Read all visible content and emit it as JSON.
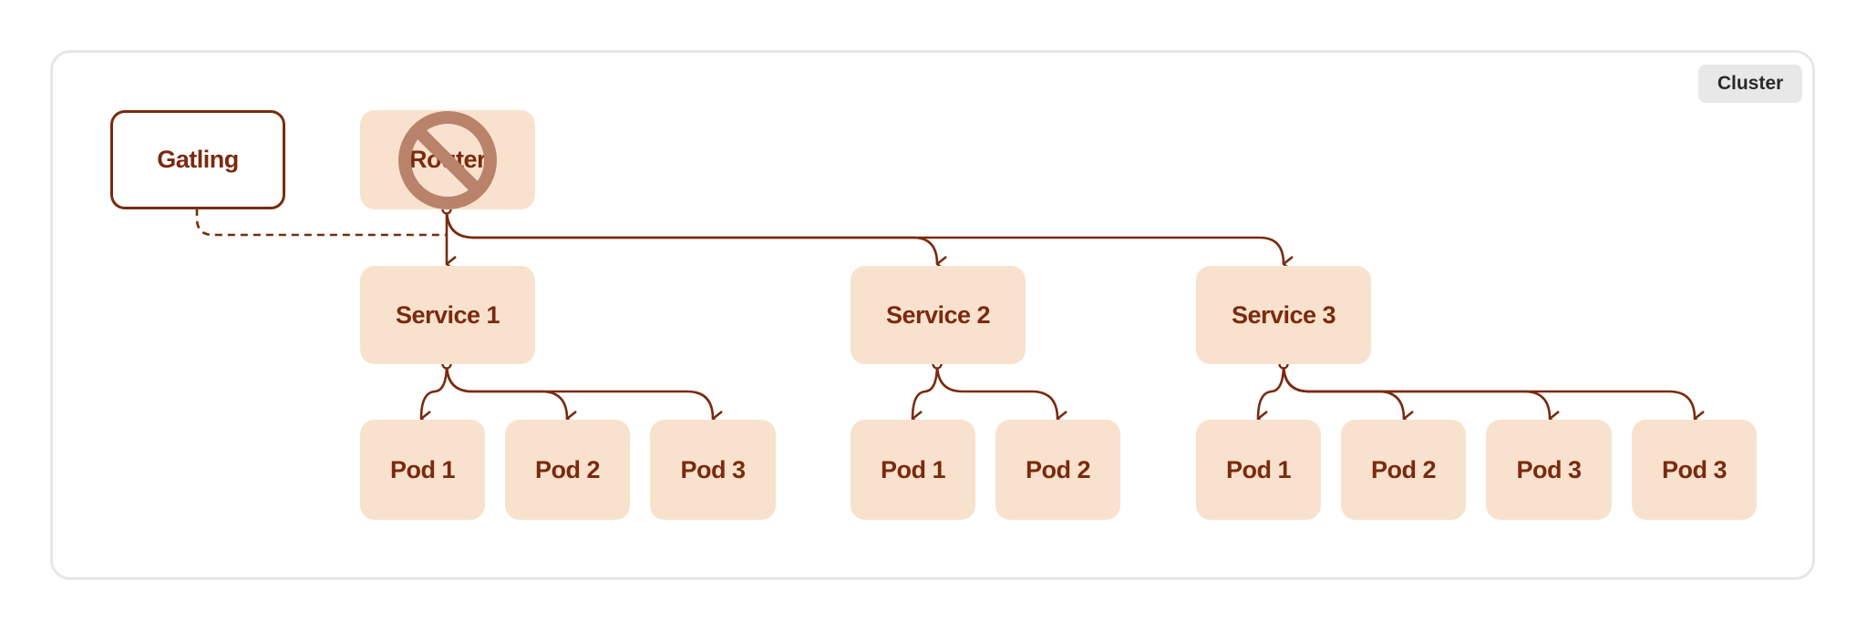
{
  "cluster": {
    "label": "Cluster"
  },
  "gatling": {
    "label": "Gatling"
  },
  "router": {
    "label": "Router",
    "status_icon": "prohibited-icon"
  },
  "services": [
    {
      "label": "Service 1",
      "pods": [
        "Pod 1",
        "Pod 2",
        "Pod 3"
      ]
    },
    {
      "label": "Service 2",
      "pods": [
        "Pod 1",
        "Pod 2"
      ]
    },
    {
      "label": "Service 3",
      "pods": [
        "Pod 1",
        "Pod 2",
        "Pod 3",
        "Pod 3"
      ]
    }
  ],
  "colors": {
    "node_fill": "#f9e2cd",
    "node_text": "#7a2a0f",
    "connector": "#7a2a0f",
    "ban_icon": "#b9826a",
    "frame_border": "#e6e6e6",
    "badge_fill": "#e8e8e8"
  }
}
